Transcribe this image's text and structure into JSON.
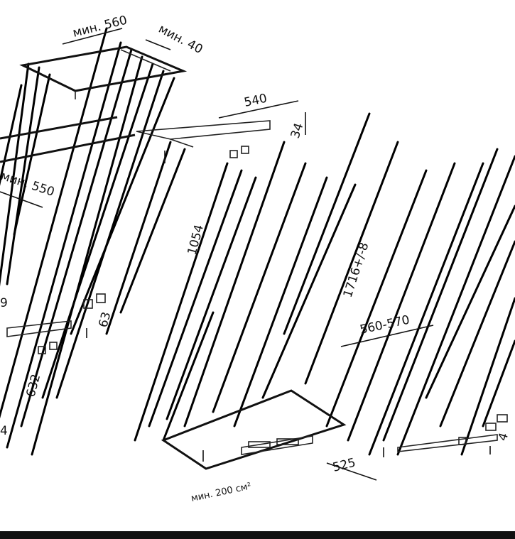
{
  "dimensions": {
    "top_width": "мин. 560",
    "top_depth": "мин. 40",
    "left_depth": "мин. 550",
    "upper_niche_width": "540",
    "upper_gap": "34",
    "niche_height": "1054",
    "hinge_offset": "63",
    "lower_hinge": "632",
    "total_height": "1716+/-8",
    "lower_width": "560-570",
    "lower_depth": "525",
    "lower_gap": "4",
    "bottom_vent": "мин. 200 см²",
    "left_edge_mark": "4",
    "left_mid_mark": "9"
  },
  "colors": {
    "line": "#111111",
    "background": "#ffffff",
    "bar": "#111111"
  }
}
